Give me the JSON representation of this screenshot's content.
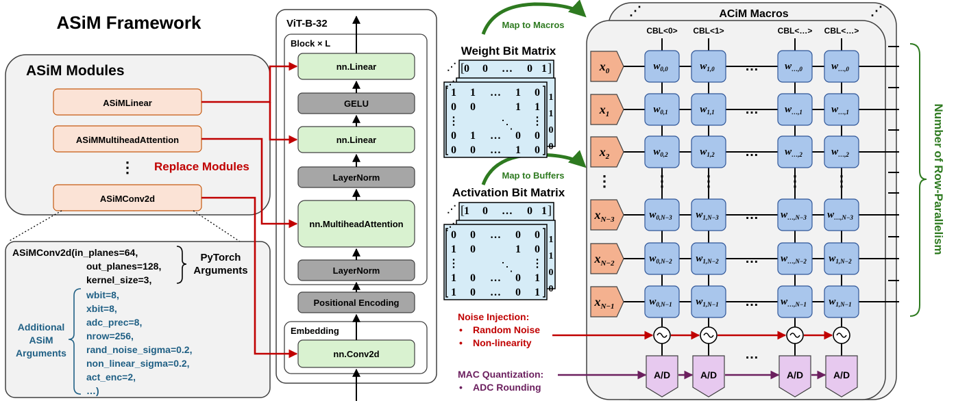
{
  "framework_title": "ASiM Framework",
  "modules": {
    "title": "ASiM Modules",
    "items": [
      "ASiMLinear",
      "ASiMMultiheadAttention",
      "ASiMConv2d"
    ],
    "ellipsis": "⋮",
    "replace_label": "Replace Modules"
  },
  "code": {
    "pytorch_lines": [
      "ASiMConv2d(in_planes=64,",
      "out_planes=128,",
      "kernel_size=3,"
    ],
    "pytorch_label": [
      "PyTorch",
      "Arguments"
    ],
    "asim_lines": [
      "wbit=8,",
      "xbit=8,",
      "adc_prec=8,",
      "nrow=256,",
      "rand_noise_sigma=0.2,",
      "non_linear_sigma=0.2,",
      "act_enc=2,",
      "…)"
    ],
    "asim_label": [
      "Additional",
      "ASiM",
      "Arguments"
    ]
  },
  "vit": {
    "title": "ViT-B-32",
    "block_label": "Block × L",
    "layers": [
      "nn.Linear",
      "GELU",
      "nn.Linear",
      "LayerNorm",
      "nn.MultiheadAttention",
      "LayerNorm"
    ],
    "pos_enc": "Positional Encoding",
    "embedding_label": "Embedding",
    "embedding_layer": "nn.Conv2d"
  },
  "matrices": {
    "map_macros": "Map to Macros",
    "weight_title": "Weight Bit Matrix",
    "map_buffers": "Map to Buffers",
    "activation_title": "Activation Bit Matrix",
    "weight_back_row": [
      "0",
      "0",
      "…",
      "0",
      "1"
    ],
    "weight_front_rows": [
      [
        "1",
        "1",
        "…",
        "1",
        "0"
      ],
      [
        "0",
        "0",
        "",
        "1",
        "1"
      ],
      [
        "⋮",
        "",
        "",
        "",
        "⋮"
      ],
      [
        "0",
        "1",
        "…",
        "0",
        "0"
      ],
      [
        "0",
        "0",
        "…",
        "1",
        "0"
      ]
    ],
    "act_back_row": [
      "1",
      "0",
      "…",
      "0",
      "1"
    ],
    "act_front_rows": [
      [
        "0",
        "0",
        "…",
        "0",
        "0"
      ],
      [
        "1",
        "0",
        "",
        "1",
        "0"
      ],
      [
        "⋮",
        "",
        "",
        "",
        "⋮"
      ],
      [
        "1",
        "0",
        "…",
        "0",
        "1"
      ],
      [
        "1",
        "0",
        "…",
        "0",
        "1"
      ]
    ],
    "side_digits": [
      "1",
      "1",
      "0",
      "0"
    ],
    "diag_dots": "⋱"
  },
  "noise": {
    "title": "Noise Injection:",
    "items": [
      "Random Noise",
      "Non-linearity"
    ]
  },
  "quant": {
    "title": "MAC Quantization:",
    "items": [
      "ADC Rounding"
    ]
  },
  "acim": {
    "title": "ACiM Macros",
    "cbl_labels": [
      "CBL<0>",
      "CBL<1>",
      "CBL<…>",
      "CBL<…>"
    ],
    "x_main": [
      "x",
      "x",
      "x",
      "x",
      "x",
      "x"
    ],
    "x_subs": [
      "0",
      "1",
      "2",
      "N−3",
      "N−2",
      "N−1"
    ],
    "w_main": "w",
    "w_subs": [
      [
        "0,0",
        "1,0",
        "…,0",
        "…,0"
      ],
      [
        "0,1",
        "1,1",
        "…,1",
        "…,1"
      ],
      [
        "0,2",
        "1,2",
        "…,2",
        "…,2"
      ],
      [
        "0,N−3",
        "1,N−3",
        "…,N−3",
        "…,N−3"
      ],
      [
        "0,N−2",
        "1,N−2",
        "…,N−2",
        "1,N−2"
      ],
      [
        "0,N−1",
        "1,N−1",
        "…,N−1",
        "1,N−1"
      ]
    ],
    "adc_label": "A/D",
    "ellipsis_h": "…",
    "ellipsis_v": "⋮",
    "row_parallel_label": "Number of Row-Parallelism"
  },
  "colors": {
    "module_fill": "#fbe3d6",
    "green_fill": "#d9f2d0",
    "gray_fill": "#a6a6a6",
    "w_fill": "#a9c6ec",
    "x_fill": "#f4b18f",
    "adc_fill": "#e7c9ef",
    "matrix_fill": "#d6ecf7",
    "red": "#c00000",
    "purple": "#6b1f5e",
    "green_text": "#2e7a20",
    "teal_text": "#1f5f84"
  }
}
